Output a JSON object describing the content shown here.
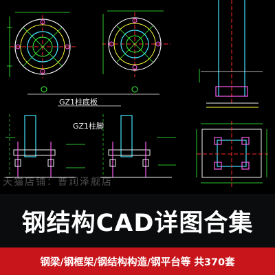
{
  "drawing": {
    "label_top": "GZ1柱底板",
    "label_mid": "GZ1柱脚",
    "watermark": "天猫店铺：普润泽舰店"
  },
  "colors": {
    "cad_red": "#ff2a2a",
    "cad_green": "#3cff3c",
    "cad_cyan": "#46e6ff",
    "cad_yellow": "#ffff3c",
    "cad_magenta": "#ff5cf0",
    "cad_white": "#f4f4f4",
    "title_bg": "#0a0c0e",
    "bottom_bg": "#c8151b"
  },
  "title": {
    "text": "钢结构CAD详图合集"
  },
  "bottom": {
    "text": "钢梁/钢框架/钢结构构造/钢平台等 共370套"
  }
}
